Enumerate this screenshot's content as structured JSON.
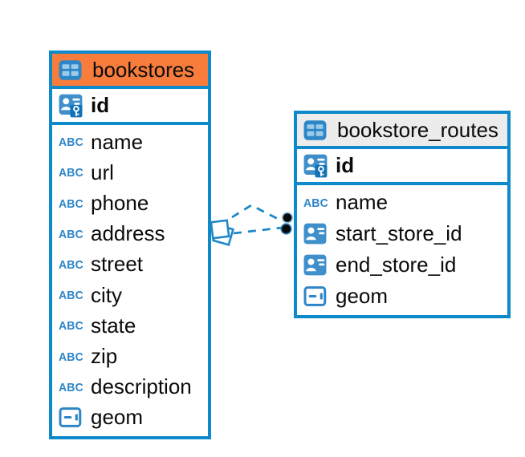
{
  "diagram": {
    "icon_glyphs": {
      "text_type": "ABC"
    },
    "colors": {
      "table_border": "#0E89C9",
      "icon_blue": "#2E86C8",
      "relation_line": "#1E88C8",
      "selected_header_orange": "#F87D3C",
      "header_gray": "#ECECEC",
      "dot_marker": "#0A0A0A"
    },
    "tables": [
      {
        "title": "bookstores",
        "header_bg": "#F87D3C",
        "primary_key": {
          "name": "id",
          "type": "primary-key"
        },
        "columns": [
          {
            "name": "name",
            "type": "text"
          },
          {
            "name": "url",
            "type": "text"
          },
          {
            "name": "phone",
            "type": "text"
          },
          {
            "name": "address",
            "type": "text"
          },
          {
            "name": "street",
            "type": "text"
          },
          {
            "name": "city",
            "type": "text"
          },
          {
            "name": "state",
            "type": "text"
          },
          {
            "name": "zip",
            "type": "text"
          },
          {
            "name": "description",
            "type": "text"
          },
          {
            "name": "geom",
            "type": "geometry"
          }
        ]
      },
      {
        "title": "bookstore_routes",
        "header_bg": "#ECECEC",
        "primary_key": {
          "name": "id",
          "type": "primary-key"
        },
        "columns": [
          {
            "name": "name",
            "type": "text"
          },
          {
            "name": "start_store_id",
            "type": "reference"
          },
          {
            "name": "end_store_id",
            "type": "reference"
          },
          {
            "name": "geom",
            "type": "geometry"
          }
        ]
      }
    ],
    "relations": [
      {
        "from_table": "bookstores",
        "to_table": "bookstore_routes",
        "line_style": "dashed",
        "from_marker": "diamond",
        "to_marker": "dot"
      },
      {
        "from_table": "bookstores",
        "to_table": "bookstore_routes",
        "line_style": "dashed",
        "from_marker": "diamond",
        "to_marker": "dot"
      }
    ]
  }
}
